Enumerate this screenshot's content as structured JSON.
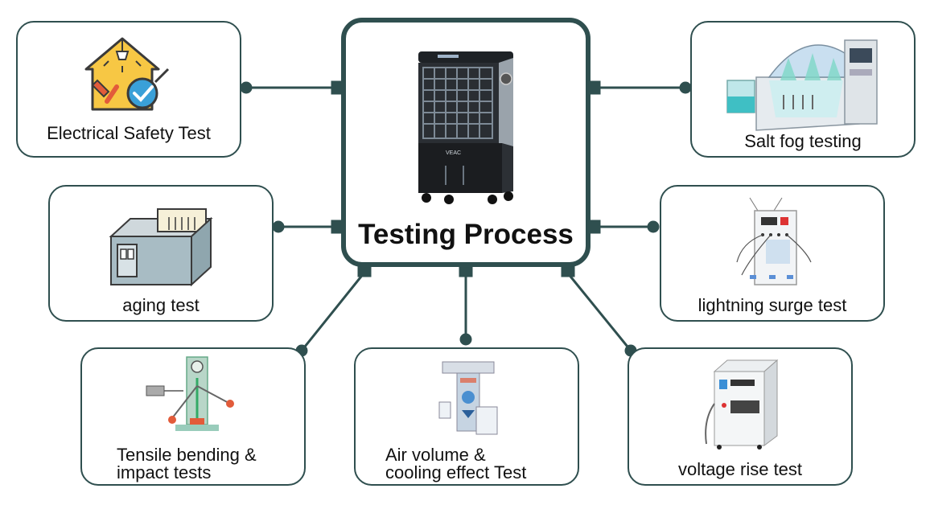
{
  "center": {
    "title": "Testing Process",
    "product_brand": "VEAC"
  },
  "tests": [
    {
      "id": "electrical",
      "label": "Electrical Safety Test",
      "icon": "house-bulb-check-icon"
    },
    {
      "id": "salt",
      "label": "Salt fog testing",
      "icon": "salt-fog-chamber-icon"
    },
    {
      "id": "aging",
      "label": "aging test",
      "icon": "aging-oven-icon"
    },
    {
      "id": "surge",
      "label": "lightning surge test",
      "icon": "surge-tester-icon"
    },
    {
      "id": "tensile",
      "label_line1": "Tensile bending &",
      "label_line2": "impact tests",
      "icon": "pendulum-impact-icon"
    },
    {
      "id": "air",
      "label_line1": "Air volume &",
      "label_line2": "cooling effect Test",
      "icon": "air-tunnel-icon"
    },
    {
      "id": "voltage",
      "label": "voltage rise test",
      "icon": "voltage-cabinet-icon"
    }
  ],
  "colors": {
    "border": "#2f4f4f",
    "accent_yellow": "#f7c744",
    "accent_blue": "#3aa0d8",
    "accent_red": "#e25b3a"
  }
}
